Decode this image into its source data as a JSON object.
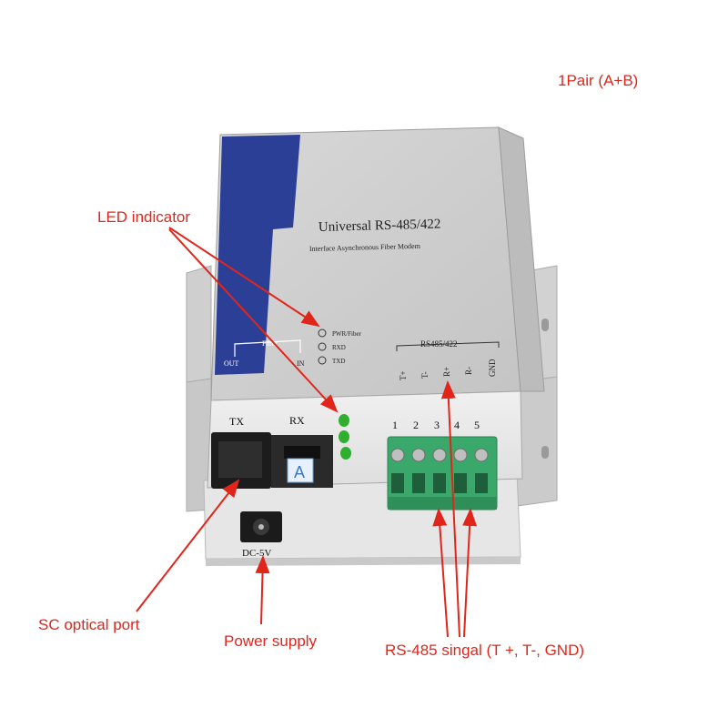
{
  "annotations": {
    "pair": "1Pair (A+B)",
    "led": "LED indicator",
    "sc": "SC optical port",
    "power": "Power supply",
    "rs485": "RS-485 singal (T +, T-, GND)"
  },
  "device": {
    "title": "Universal RS-485/422",
    "subtitle": "Interface   Asynchronous   Fiber   Modem",
    "fiber_label": "Fiber",
    "out_label": "OUT",
    "in_label": "IN",
    "leds": [
      "PWR/Fiber",
      "RXD",
      "TXD"
    ],
    "bus_label": "RS485/422",
    "terminal_labels": [
      "T+",
      "T-",
      "R+",
      "R-",
      "GND"
    ],
    "pin_numbers": [
      "1",
      "2",
      "3",
      "4",
      "5"
    ],
    "tx_label": "TX",
    "rx_label": "RX",
    "module_letter": "A",
    "dc_label": "DC-5V"
  },
  "colors": {
    "annotation": "#e0261b",
    "panel": "#ebebeb",
    "label_plate": "#b9b9b9",
    "blue_stripe": "#2c3f97",
    "terminal_green": "#3aa86a",
    "led_green": "#2fae2f"
  }
}
